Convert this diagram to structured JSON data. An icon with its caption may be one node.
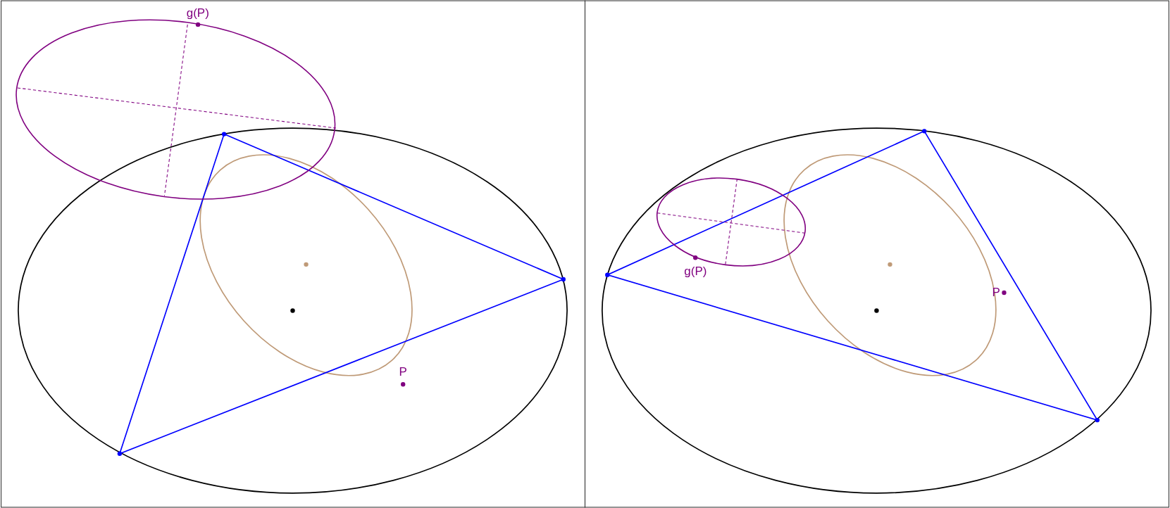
{
  "diagram": {
    "labels": [
      "g(P)",
      "P",
      "g(P)",
      "P"
    ]
  }
}
